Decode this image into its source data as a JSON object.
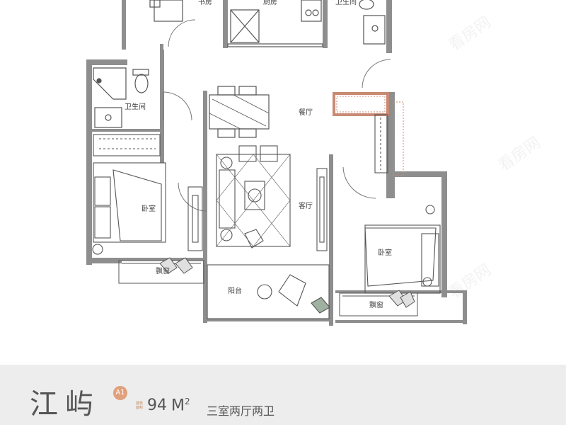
{
  "rooms": {
    "study": "书房",
    "kitchen": "厨房",
    "bathroom_top": "卫生间",
    "bathroom_left": "卫生间",
    "dining": "餐厅",
    "living": "客厅",
    "bedroom_left": "卧室",
    "bedroom_right": "卧室",
    "bay_window_left": "飘窗",
    "bay_window_right": "飘窗",
    "balcony": "阳台"
  },
  "footer": {
    "project_name": "江屿",
    "unit_badge": "A1",
    "area_prefix": "建筑面积",
    "area_value": "94",
    "area_unit": "M",
    "area_superscript": "2",
    "layout": "三室两厅两卫"
  },
  "watermark": "看房网",
  "colors": {
    "wall": "#8e8e8e",
    "wall_brick": "#c98a73",
    "badge": "#e0a07c",
    "footer_bg": "#ededed"
  }
}
